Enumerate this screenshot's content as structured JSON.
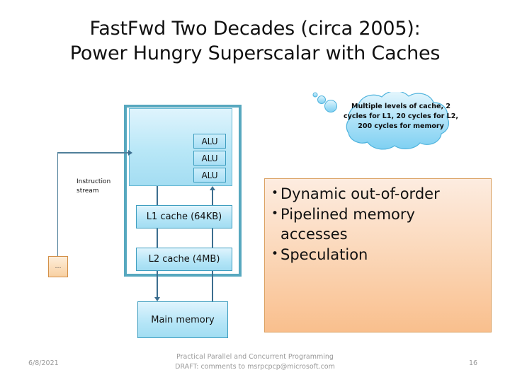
{
  "slide": {
    "title_lines": [
      "FastFwd Two Decades (circa 2005):",
      "Power Hungry Superscalar with Caches"
    ]
  },
  "diagram": {
    "alus": [
      {
        "label": "ALU"
      },
      {
        "label": "ALU"
      },
      {
        "label": "ALU"
      }
    ],
    "l1_cache_label": "L1 cache (64KB)",
    "l2_cache_label": "L2 cache (4MB)",
    "main_memory_label": "Main memory",
    "instruction_stream_label": "Instruction stream",
    "ellipsis_label": "…",
    "colors": {
      "chassis_border": "#57a8bf",
      "box_border": "#3f9ec0",
      "box_fill_top": "#dff4fd",
      "box_fill_bottom": "#a2ddf2",
      "connector": "#3c6e8f",
      "ellipsis_border": "#d39048",
      "ellipsis_fill": "#f8d0a2"
    }
  },
  "callout": {
    "text": "Multiple levels of cache, 2 cycles for L1, 20 cycles for L2, 200 cycles for memory",
    "fill": "#a9e0f7",
    "stroke": "#4fb3dd"
  },
  "bullets": {
    "items": [
      {
        "text": "Dynamic out-of-order"
      },
      {
        "text": "Pipelined memory accesses"
      },
      {
        "text": "Speculation"
      }
    ],
    "marker": "•",
    "panel_fill_top": "#fdece0",
    "panel_fill_bottom": "#f9bf8d",
    "panel_border": "#dba263"
  },
  "footer": {
    "date": "6/8/2021",
    "center_line1": "Practical Parallel and Concurrent Programming",
    "center_line2": "DRAFT: comments to msrpcpcp@microsoft.com",
    "page_number": "16"
  }
}
